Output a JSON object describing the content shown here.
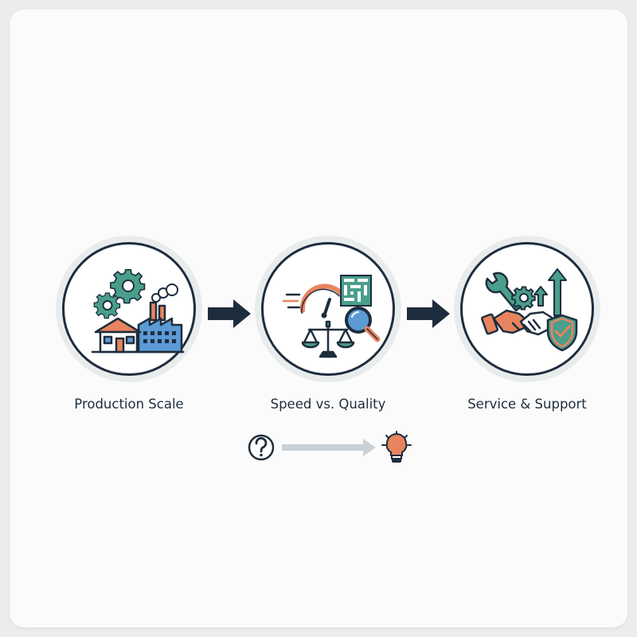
{
  "colors": {
    "navy": "#1e2d3d",
    "teal": "#4a9e8c",
    "blue": "#5b9bd5",
    "coral": "#e8845f",
    "grey_arrow": "#c9d0d6"
  },
  "stages": [
    {
      "label": "Production Scale",
      "icon": "factory-gears-icon"
    },
    {
      "label": "Speed vs. Quality",
      "icon": "speedometer-scale-magnifier-icon"
    },
    {
      "label": "Service & Support",
      "icon": "handshake-wrench-shield-icon"
    }
  ],
  "legend": {
    "from_icon": "question-mark-icon",
    "to_icon": "lightbulb-icon"
  }
}
